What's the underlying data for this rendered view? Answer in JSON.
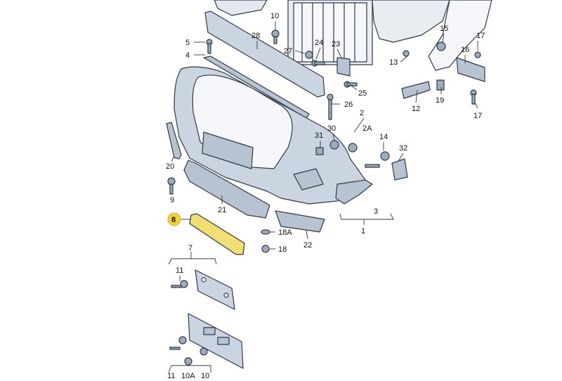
{
  "colors": {
    "part_fill": "#cbd5e2",
    "part_stroke": "#2f3a48",
    "highlight_fill": "#f0df72",
    "highlight_badge": "#f2d23a"
  },
  "callouts": [
    {
      "id": "c-10-top",
      "text": "10"
    },
    {
      "id": "c-28",
      "text": "28"
    },
    {
      "id": "c-5",
      "text": "5"
    },
    {
      "id": "c-4",
      "text": "4"
    },
    {
      "id": "c-27",
      "text": "27"
    },
    {
      "id": "c-24",
      "text": "24"
    },
    {
      "id": "c-23",
      "text": "23"
    },
    {
      "id": "c-25",
      "text": "25"
    },
    {
      "id": "c-26",
      "text": "26"
    },
    {
      "id": "c-2",
      "text": "2"
    },
    {
      "id": "c-2a",
      "text": "2A"
    },
    {
      "id": "c-30",
      "text": "30"
    },
    {
      "id": "c-31",
      "text": "31"
    },
    {
      "id": "c-14",
      "text": "14"
    },
    {
      "id": "c-32",
      "text": "32"
    },
    {
      "id": "c-15",
      "text": "15"
    },
    {
      "id": "c-17-top",
      "text": "17"
    },
    {
      "id": "c-16",
      "text": "16"
    },
    {
      "id": "c-13",
      "text": "13"
    },
    {
      "id": "c-12",
      "text": "12"
    },
    {
      "id": "c-19",
      "text": "19"
    },
    {
      "id": "c-17-mid",
      "text": "17"
    },
    {
      "id": "c-20",
      "text": "20"
    },
    {
      "id": "c-9",
      "text": "9"
    },
    {
      "id": "c-21",
      "text": "21"
    },
    {
      "id": "c-8",
      "text": "8"
    },
    {
      "id": "c-18a",
      "text": "18A"
    },
    {
      "id": "c-18",
      "text": "18"
    },
    {
      "id": "c-22",
      "text": "22"
    },
    {
      "id": "c-3",
      "text": "3"
    },
    {
      "id": "c-1",
      "text": "1"
    },
    {
      "id": "c-7",
      "text": "7"
    },
    {
      "id": "c-11-top",
      "text": "11"
    },
    {
      "id": "c-11-bot",
      "text": "11"
    },
    {
      "id": "c-10a",
      "text": "10A"
    },
    {
      "id": "c-10-bot",
      "text": "10"
    }
  ]
}
